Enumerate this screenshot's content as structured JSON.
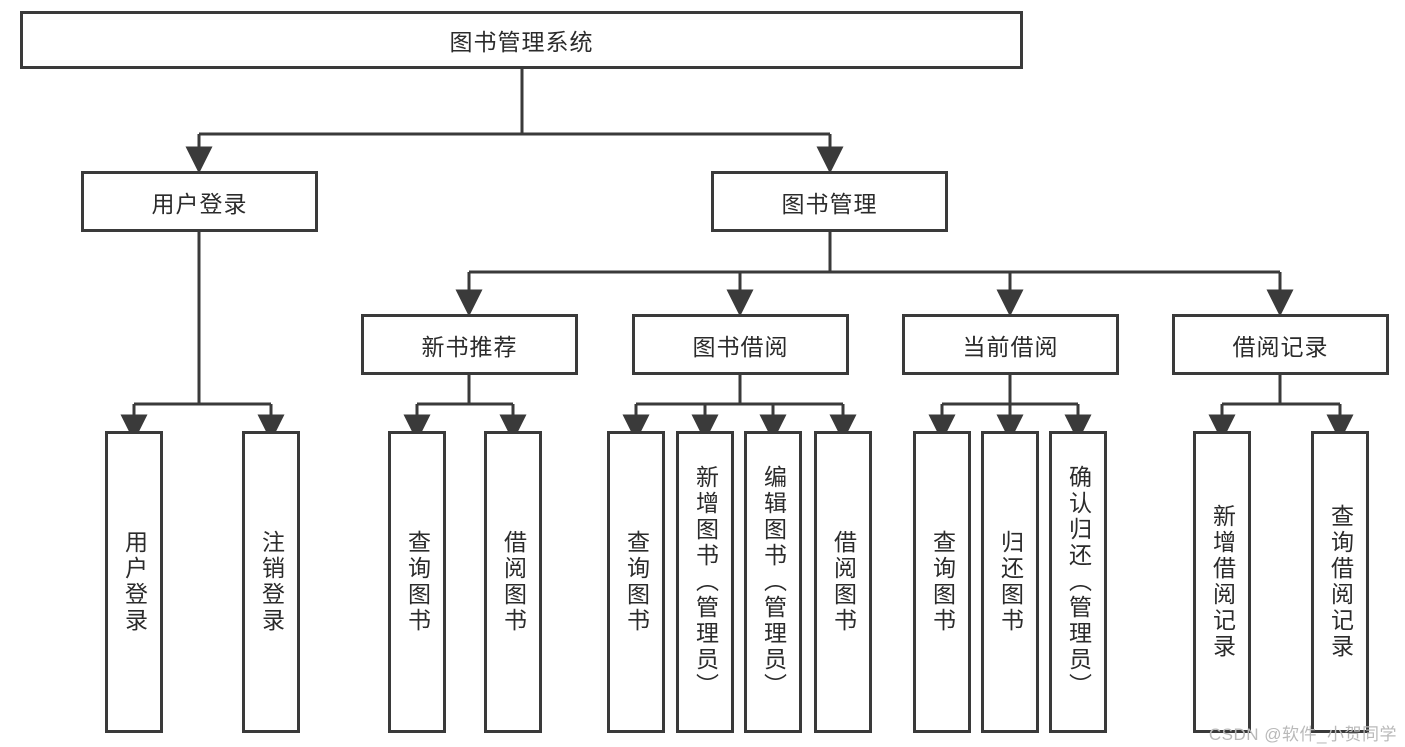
{
  "diagram": {
    "type": "tree-hierarchy",
    "title": "图书管理系统",
    "watermark": "CSDN @软件_小贺同学",
    "colors": {
      "stroke": "#3a3a3a",
      "background": "#ffffff",
      "text": "#2b2b2b",
      "watermark": "#b9b9b9"
    },
    "nodes": {
      "root": {
        "label": "图书管理系统"
      },
      "level2": [
        {
          "id": "user-login",
          "label": "用户登录"
        },
        {
          "id": "book-management",
          "label": "图书管理"
        }
      ],
      "level3": [
        {
          "id": "new-book-recommend",
          "label": "新书推荐"
        },
        {
          "id": "book-borrow",
          "label": "图书借阅"
        },
        {
          "id": "current-borrow",
          "label": "当前借阅"
        },
        {
          "id": "borrow-record",
          "label": "借阅记录"
        }
      ],
      "leaves": {
        "user-login": [
          {
            "id": "leaf-user-login",
            "label": "用户登录"
          },
          {
            "id": "leaf-logout-login",
            "label": "注销登录"
          }
        ],
        "new-book-recommend": [
          {
            "id": "leaf-query-book-1",
            "label": "查询图书"
          },
          {
            "id": "leaf-borrow-book-1",
            "label": "借阅图书"
          }
        ],
        "book-borrow": [
          {
            "id": "leaf-query-book-2",
            "label": "查询图书"
          },
          {
            "id": "leaf-add-book",
            "label": "新增图书（管理员）"
          },
          {
            "id": "leaf-edit-book",
            "label": "编辑图书（管理员）"
          },
          {
            "id": "leaf-borrow-book-2",
            "label": "借阅图书"
          }
        ],
        "current-borrow": [
          {
            "id": "leaf-query-book-3",
            "label": "查询图书"
          },
          {
            "id": "leaf-return-book",
            "label": "归还图书"
          },
          {
            "id": "leaf-confirm-return",
            "label": "确认归还（管理员）"
          }
        ],
        "borrow-record": [
          {
            "id": "leaf-add-record",
            "label": "新增借阅记录"
          },
          {
            "id": "leaf-query-record",
            "label": "查询借阅记录"
          }
        ]
      }
    }
  }
}
